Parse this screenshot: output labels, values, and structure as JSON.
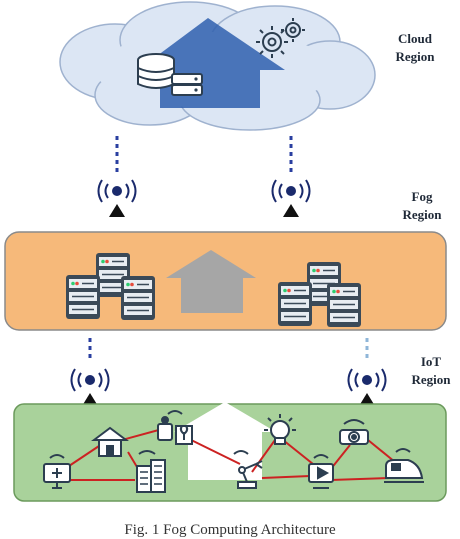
{
  "regions": {
    "cloud": {
      "line1": "Cloud",
      "line2": "Region"
    },
    "fog": {
      "line1": "Fog",
      "line2": "Region"
    },
    "iot": {
      "line1": "IoT",
      "line2": "Region"
    }
  },
  "caption": "Fig. 1    Fog Computing Architecture",
  "colors": {
    "cloud_fill": "#dce6f4",
    "cloud_stroke": "#9fb2cf",
    "cloud_arrow": "#2f5fae",
    "fog_fill": "#f6b97a",
    "fog_stroke": "#8a8a8a",
    "fog_arrow": "#a6a6a6",
    "iot_fill": "#a9d29b",
    "iot_stroke": "#6b9a5c",
    "link": "#cc2222",
    "signal": "#1a2a6c",
    "dots": "#2a3fa0",
    "icon": "#2c3e50"
  },
  "icons": {
    "cloud": [
      "database-icon",
      "server-icon",
      "gear-icon"
    ],
    "fog": [
      "server-rack-icon",
      "server-rack-icon"
    ],
    "iot": [
      "house-icon",
      "medical-monitor-icon",
      "office-building-icon",
      "smart-plant-icon",
      "lightbulb-icon",
      "robot-arm-icon",
      "video-player-icon",
      "camera-icon",
      "train-icon"
    ]
  }
}
